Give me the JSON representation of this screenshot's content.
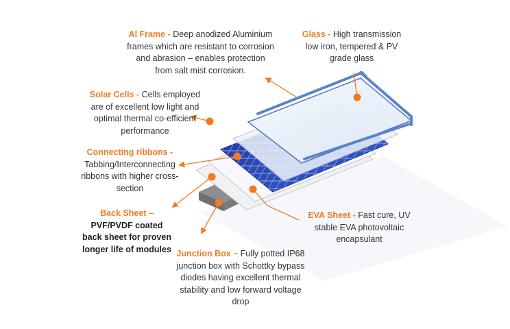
{
  "colors": {
    "accent": "#f07b22",
    "cell_blue": "#2f49b5",
    "glass_edge": "#4a6fb4",
    "frame": "#5b84c8",
    "text": "#333333"
  },
  "callouts": {
    "al_frame": {
      "title": "Al Frame",
      "sep": " - ",
      "desc": "Deep anodized Aluminium frames which are resistant to corrosion and abrasion – enables protection from salt mist corrosion."
    },
    "glass": {
      "title": "Glass",
      "sep": " - ",
      "desc": "High transmission low iron, tempered & PV grade glass"
    },
    "solar_cells": {
      "title": "Solar Cells",
      "sep": " - ",
      "desc": "Cells employed are of excellent low light and optimal thermal co-efficient performance"
    },
    "connecting_ribbons": {
      "title": "Connecting ribbons",
      "sep": " - ",
      "desc": "Tabbing/Interconnecting ribbons with higher cross-section"
    },
    "back_sheet": {
      "title": "Back Sheet",
      "sep": " – ",
      "desc": "PVF/PVDF coated back sheet for proven longer life of modules"
    },
    "eva_sheet": {
      "title": "EVA Sheet",
      "sep": " - ",
      "desc": "Fast cure, UV stable EVA photovoltaic encapsulant"
    },
    "junction_box": {
      "title": "Junction Box",
      "sep": " – ",
      "desc": "Fully potted IP68 junction box with Schottky bypass diodes having excellent thermal stability and low forward voltage drop"
    }
  }
}
